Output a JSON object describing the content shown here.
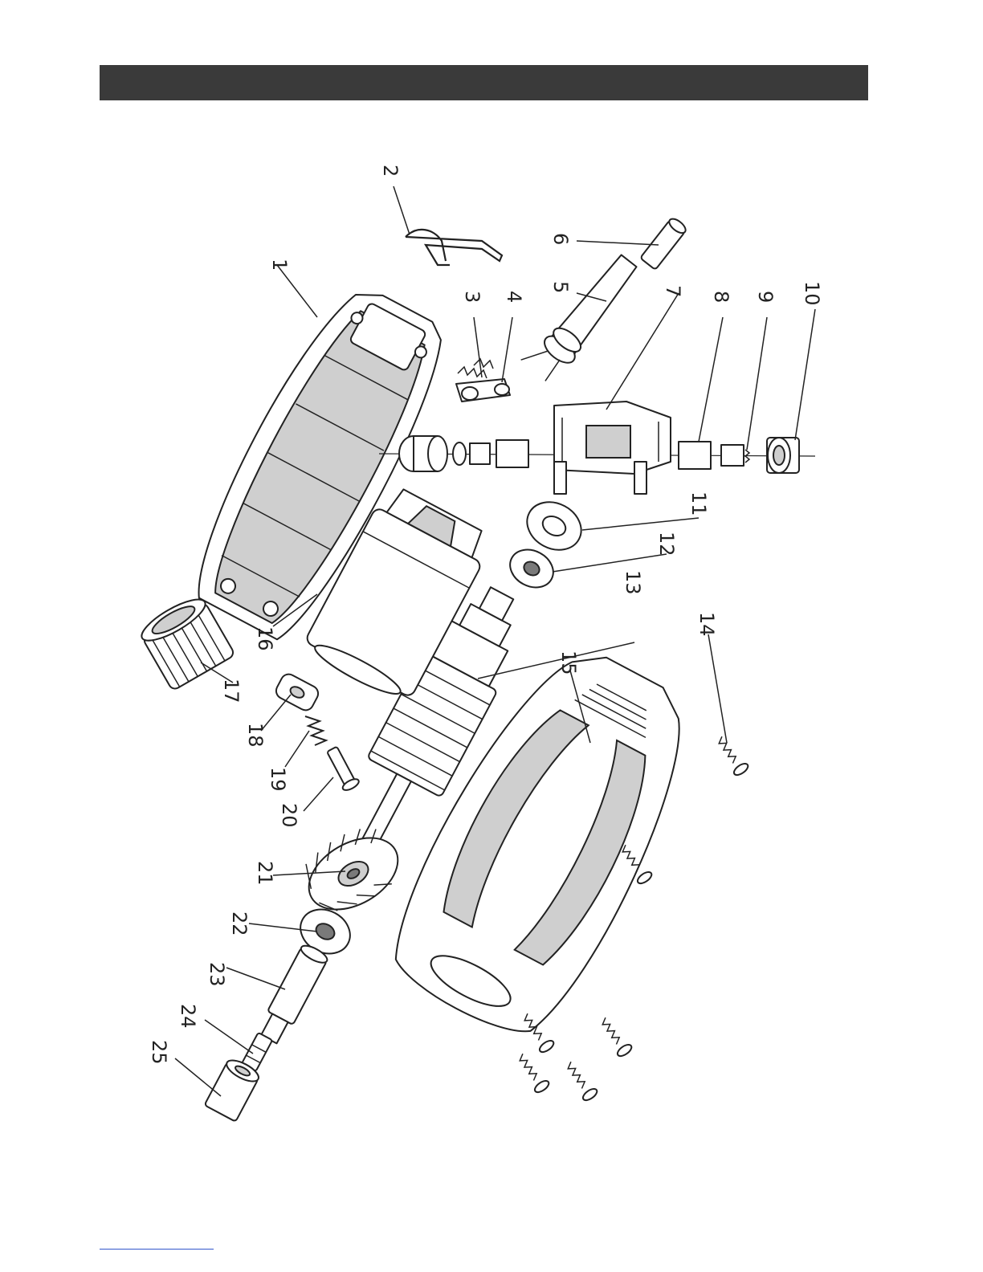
{
  "colors": {
    "header_bar": "#3a3a3a",
    "footer_link_line": "#3355cc"
  },
  "callouts": [
    "1",
    "2",
    "3",
    "4",
    "5",
    "6",
    "7",
    "8",
    "9",
    "10",
    "11",
    "12",
    "13",
    "14",
    "15",
    "16",
    "17",
    "18",
    "19",
    "20",
    "21",
    "22",
    "23",
    "24",
    "25"
  ]
}
